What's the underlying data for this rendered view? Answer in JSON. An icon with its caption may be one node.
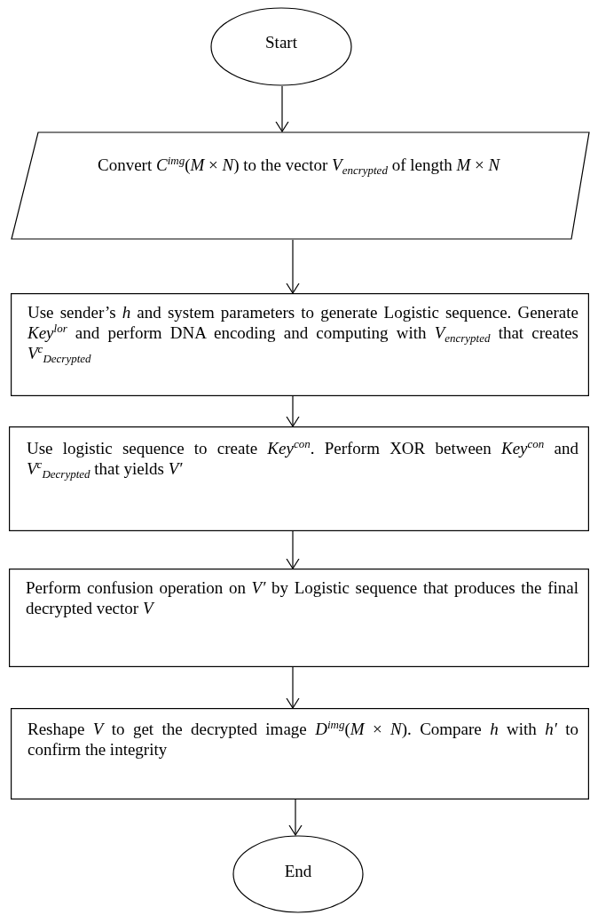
{
  "diagram": {
    "nodes": [
      {
        "text": [
          "Start"
        ]
      },
      {
        "text": [
          "Convert *C*$^{img}$(*M* × *N*)  to the vector *V*$_{encrypted}$ of length *M* × *N*"
        ]
      },
      {
        "text": [
          "Use sender’s *h* and system parameters to generate Logistic sequence. Generate *Key*$^{lor}$ and perform DNA encoding and computing with *V*$_{encrypted}$ that creates *V*$^{c}$$_{Decrypted}$"
        ]
      },
      {
        "text": [
          "Use logistic sequence to create *Key*$^{con}$. Perform XOR between *Key*$^{con}$ and *V*$^{c}$$_{Decrypted}$ that yields *V′*"
        ]
      },
      {
        "text": [
          "Perform confusion operation on *V′* by Logistic sequence that produces the final decrypted vector *V*"
        ]
      },
      {
        "text": [
          "Reshape *V* to get the decrypted image *D*$^{img}$(*M* × *N*). Compare *h* with *h′* to confirm the integrity"
        ]
      },
      {
        "text": [
          "End"
        ]
      }
    ],
    "edges": [
      {
        "from": 0,
        "to": 1,
        "arrow": "to"
      },
      {
        "from": 1,
        "to": 2,
        "arrow": "to"
      },
      {
        "from": 2,
        "to": 3,
        "arrow": "to"
      },
      {
        "from": 3,
        "to": 4,
        "arrow": "to"
      },
      {
        "from": 4,
        "to": 5,
        "arrow": "to"
      },
      {
        "from": 5,
        "to": 6,
        "arrow": "to"
      }
    ]
  }
}
